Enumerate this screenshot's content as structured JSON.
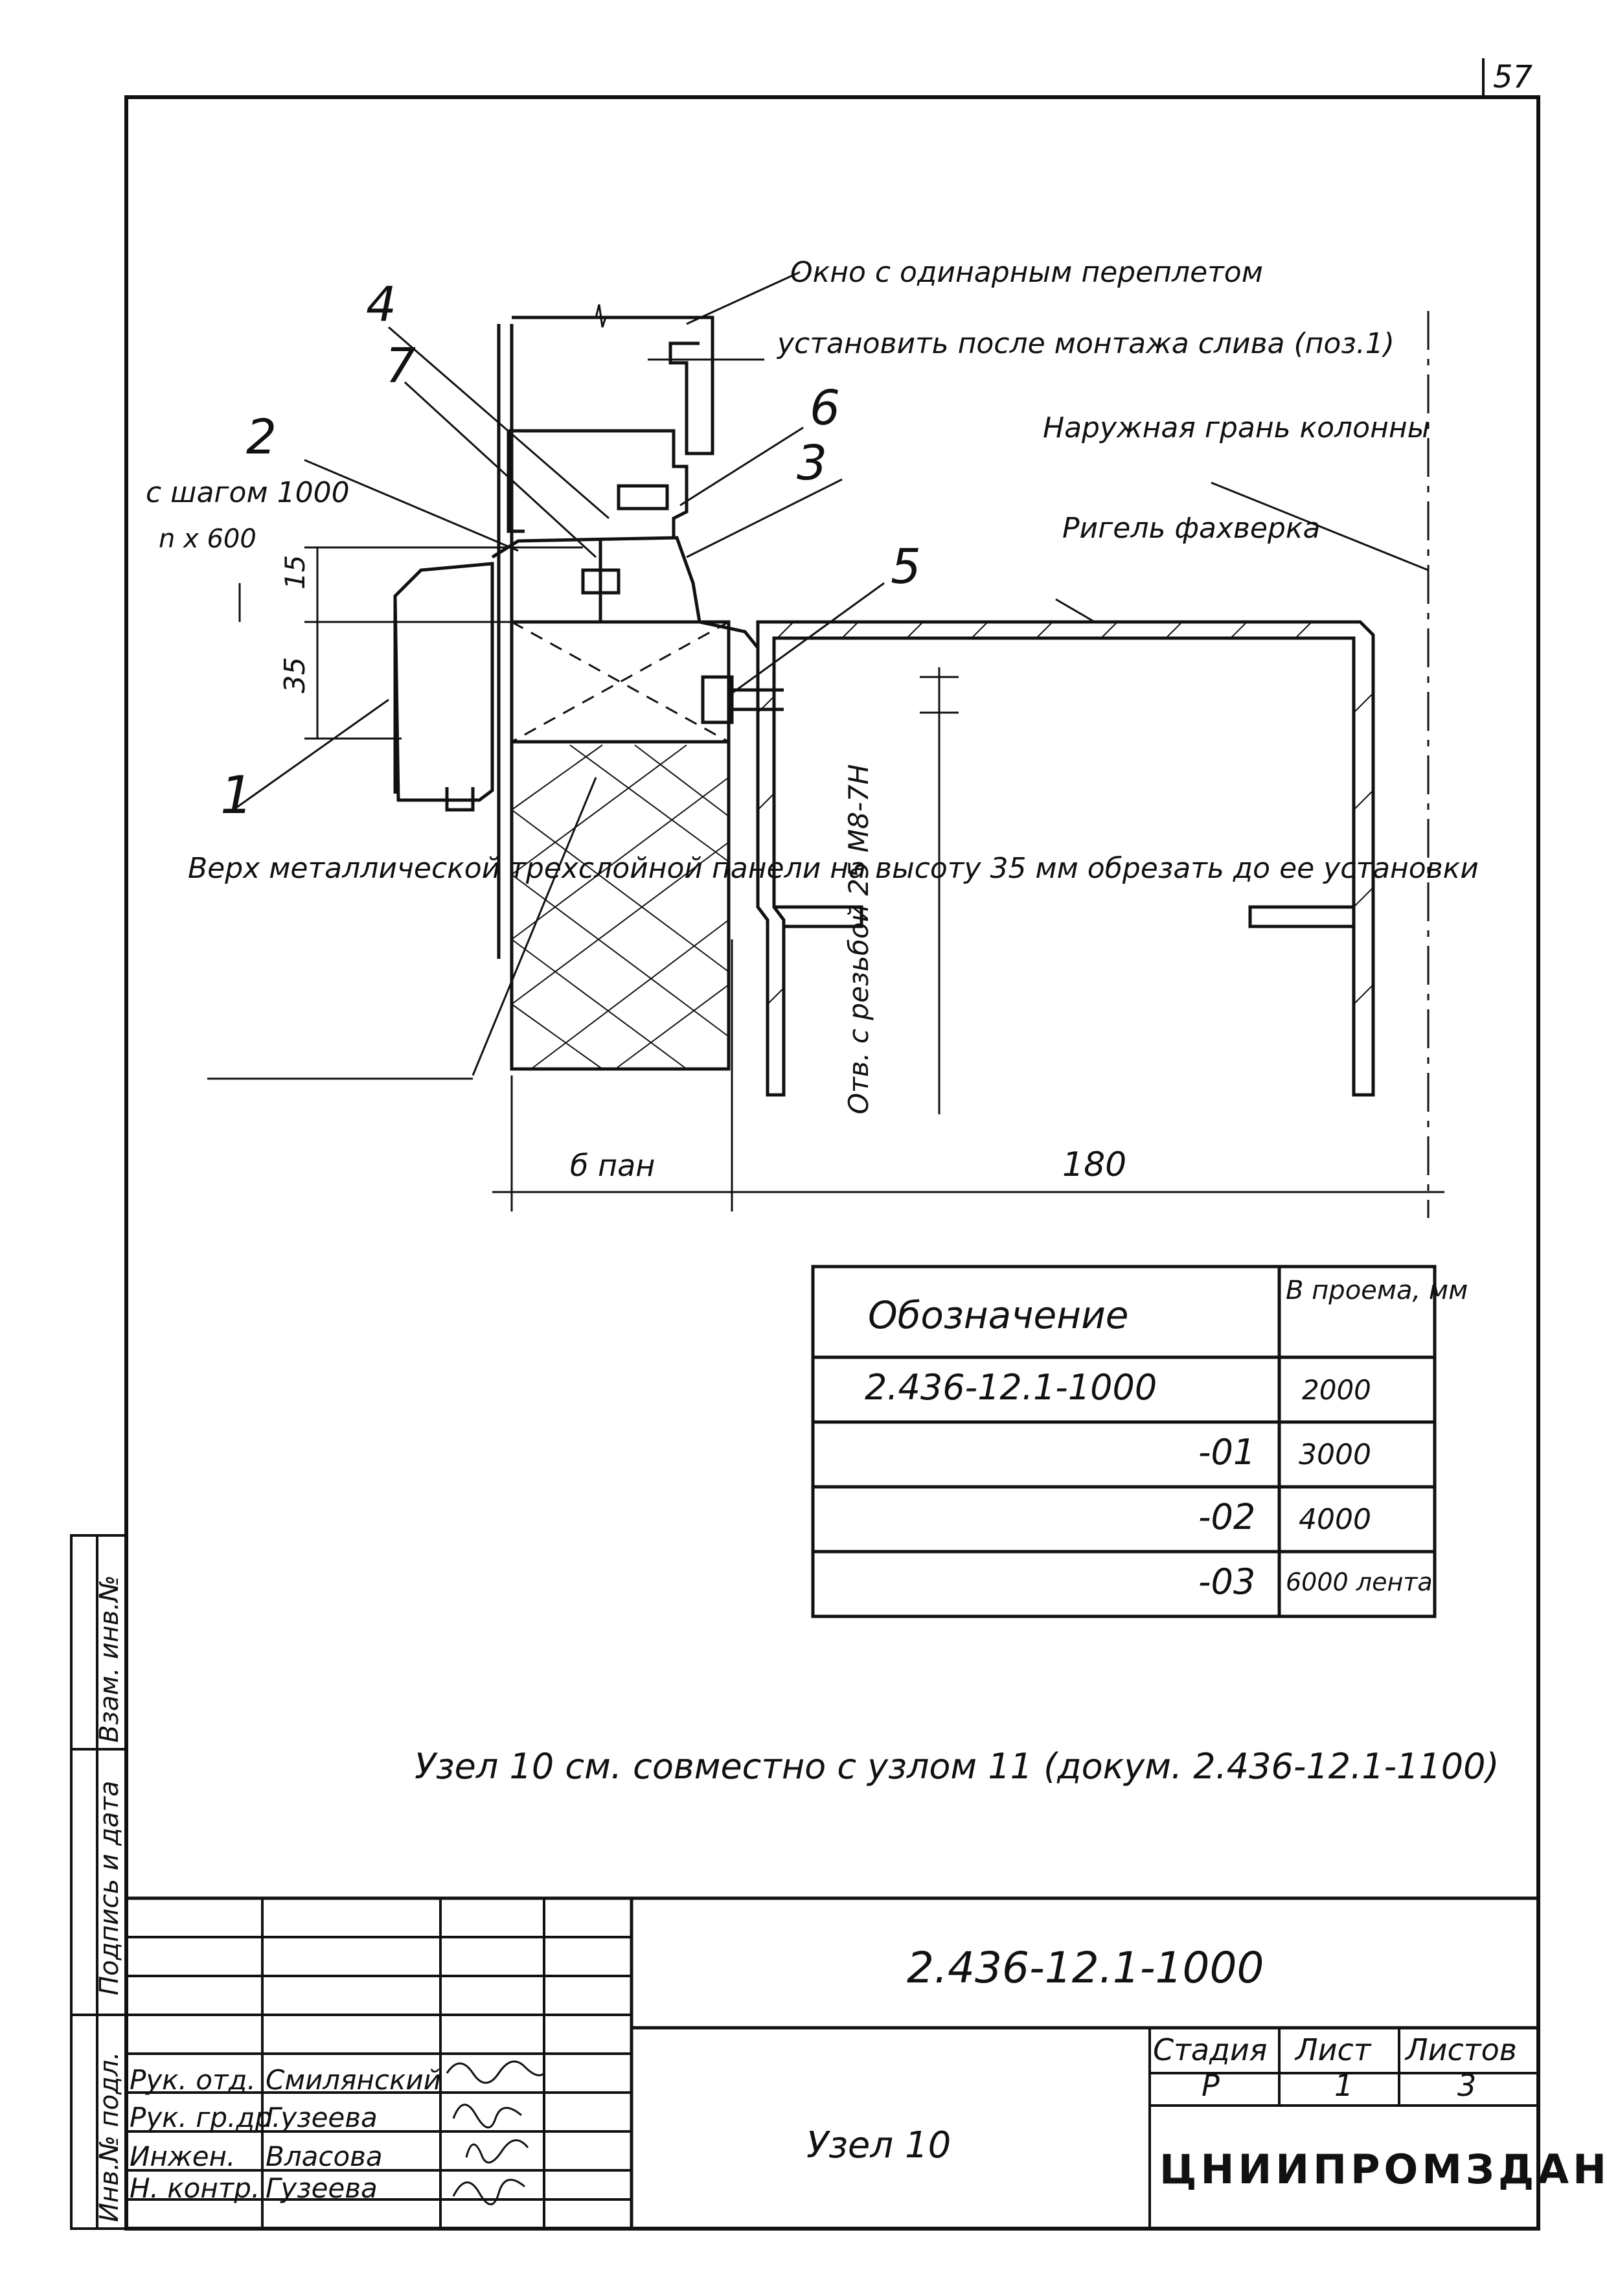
{
  "sheet_number": "57",
  "drawing": {
    "callouts": [
      "1",
      "2",
      "3",
      "4",
      "5",
      "6",
      "7"
    ],
    "notes": {
      "window": "Окно с одинарным переплетом",
      "install_after": "установить после монтажа слива (поз.1)",
      "outer_face": "Наружная грань колонны",
      "rigel": "Ригель фахверка",
      "step": "с шагом 1000",
      "nx600": "n x 600",
      "panel_top": "Верх металлической трехслойной панели на высоту 35 мм обрезать до ее установки",
      "hole": "Отв. с резьбой 25 М8-7Н"
    },
    "dimensions": {
      "d15": "15",
      "d35": "35",
      "b_pan": "б пан",
      "d180": "180"
    }
  },
  "spec_table": {
    "headers": [
      "Обозначение",
      "В проема, мм"
    ],
    "rows": [
      {
        "designation": "2.436-12.1-1000",
        "width": "2000"
      },
      {
        "designation": "-01",
        "width": "3000"
      },
      {
        "designation": "-02",
        "width": "4000"
      },
      {
        "designation": "-03",
        "width": "6000 лента"
      }
    ]
  },
  "note": "Узел 10 см. совместно с узлом 11 (докум. 2.436-12.1-1100)",
  "side_stamp": [
    "Инв.№ подл.",
    "Подпись и дата",
    "Взам. инв.№"
  ],
  "title_block": {
    "document_code": "2.436-12.1-1000",
    "title": "Узел 10",
    "stage_label": "Стадия",
    "sheet_label": "Лист",
    "sheets_label": "Листов",
    "stage": "Р",
    "sheet": "1",
    "sheets": "3",
    "organization": "ЦНИИПРОМЗДАНИЙ",
    "signatures": [
      {
        "role": "Рук. отд.",
        "name": "Смилянский"
      },
      {
        "role": "Рук. гр.др.",
        "name": "Гузеева"
      },
      {
        "role": "Инжен.",
        "name": "Власова"
      },
      {
        "role": "Н. контр.",
        "name": "Гузеева"
      }
    ]
  }
}
